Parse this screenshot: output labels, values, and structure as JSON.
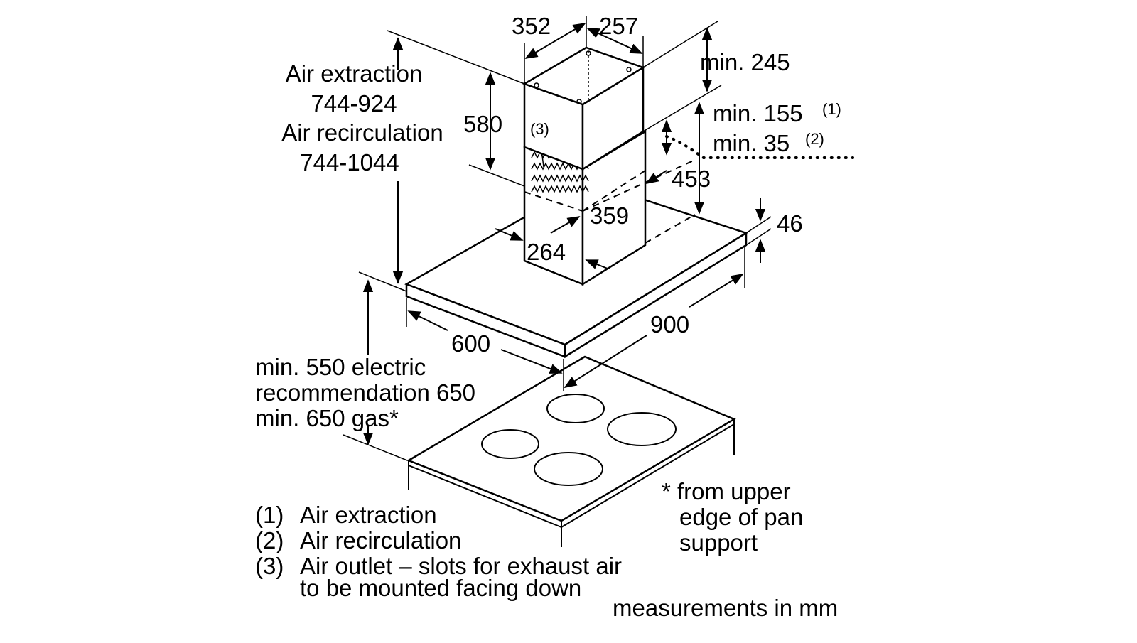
{
  "dimensions": {
    "chimney_depth": "352",
    "chimney_width": "257",
    "min_top": "min. 245",
    "upper_chimney_height": "580",
    "air_extraction_label": "Air extraction",
    "air_extraction_range": "744-924",
    "air_recirculation_label": "Air recirculation",
    "air_recirculation_range": "744-1044",
    "min_extraction": "min. 155",
    "min_extraction_ref": "(1)",
    "min_recirculation": "min. 35",
    "min_recirculation_ref": "(2)",
    "lower_chimney_height": "453",
    "lower_width": "359",
    "lower_depth": "264",
    "canopy_thickness": "46",
    "canopy_width": "900",
    "canopy_depth": "600",
    "outlet_ref": "(3)"
  },
  "clearance": {
    "line1": "min. 550 electric",
    "line2": "recommendation 650",
    "line3": "min. 650 gas*"
  },
  "footnote": {
    "line1": "* from upper",
    "line2": "edge of pan",
    "line3": "support"
  },
  "legend": [
    {
      "num": "(1)",
      "text": "Air extraction"
    },
    {
      "num": "(2)",
      "text": "Air recirculation"
    },
    {
      "num": "(3)",
      "text": "Air outlet – slots for exhaust air"
    },
    {
      "num": "",
      "text": "to be mounted facing down"
    }
  ],
  "units_note": "measurements in mm"
}
